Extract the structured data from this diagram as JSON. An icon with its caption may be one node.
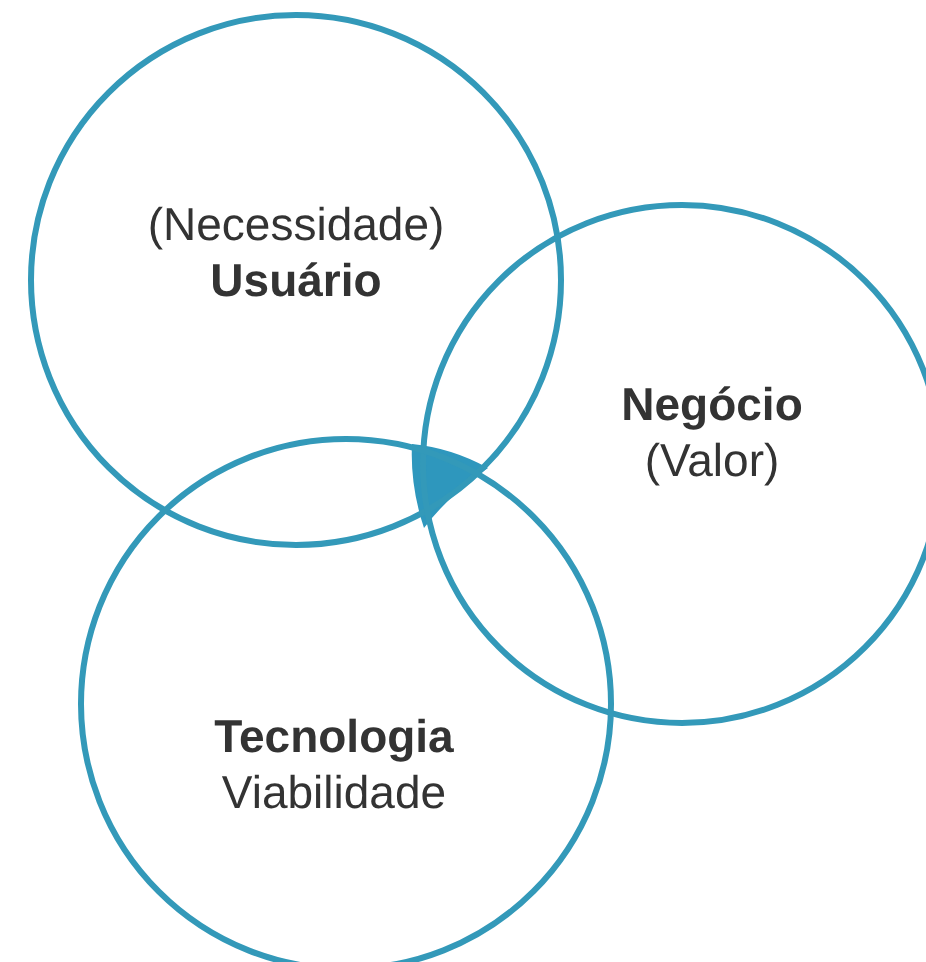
{
  "diagram": {
    "nodes": [
      {
        "text": [
          "(Necessidade)",
          "Usuário"
        ]
      },
      {
        "text": [
          "Negócio",
          "(Valor)"
        ]
      },
      {
        "text": [
          "Tecnologia",
          "Viabilidade"
        ]
      }
    ]
  }
}
